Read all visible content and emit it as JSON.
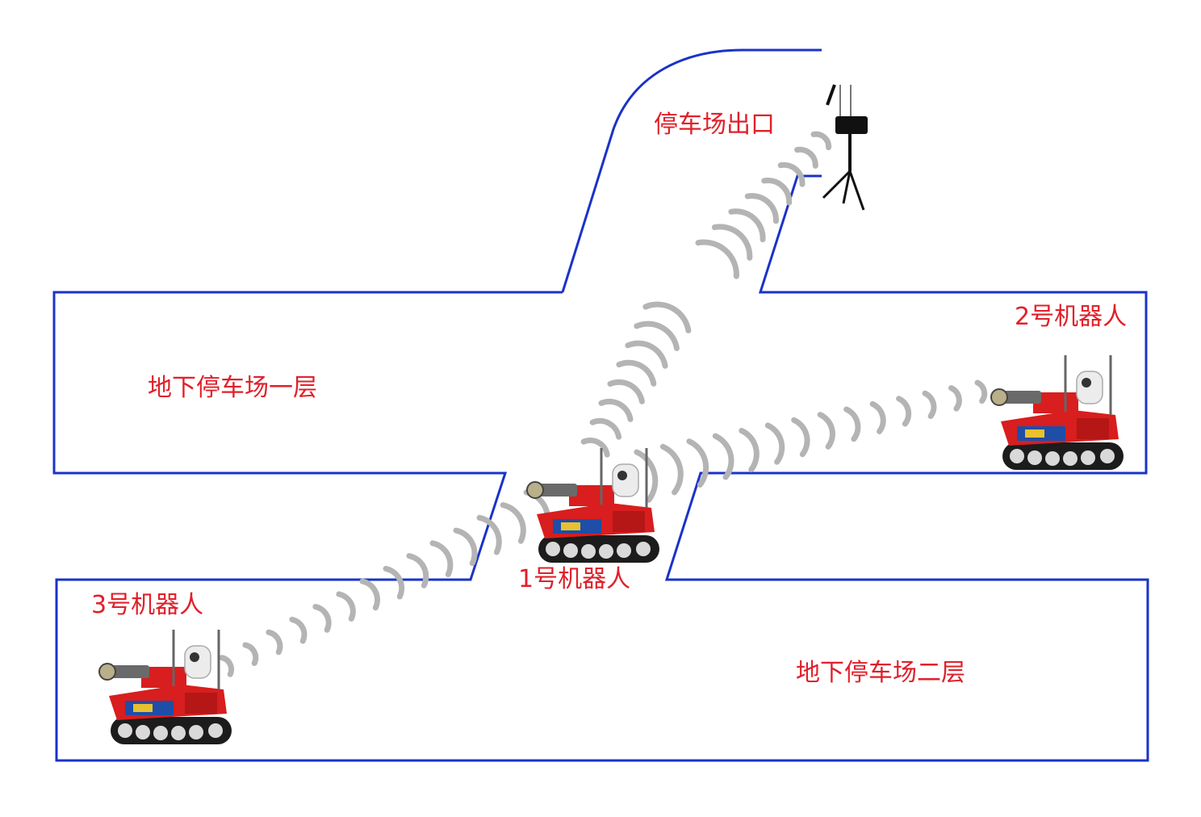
{
  "labels": {
    "exit": "停车场出口",
    "floor1": "地下停车场一层",
    "floor2": "地下停车场二层",
    "robot1": "1号机器人",
    "robot2": "2号机器人",
    "robot3": "3号机器人"
  },
  "colors": {
    "wall": "#1a33c8",
    "label": "#e0202a",
    "signal": "#b4b4b4",
    "robot_body": "#d81e1e",
    "track": "#1c1c1c"
  },
  "icons": {
    "base_station": "tripod-relay-station-icon",
    "robot": "tracked-fire-robot-icon",
    "signal": "radio-wave-arc-icon"
  }
}
